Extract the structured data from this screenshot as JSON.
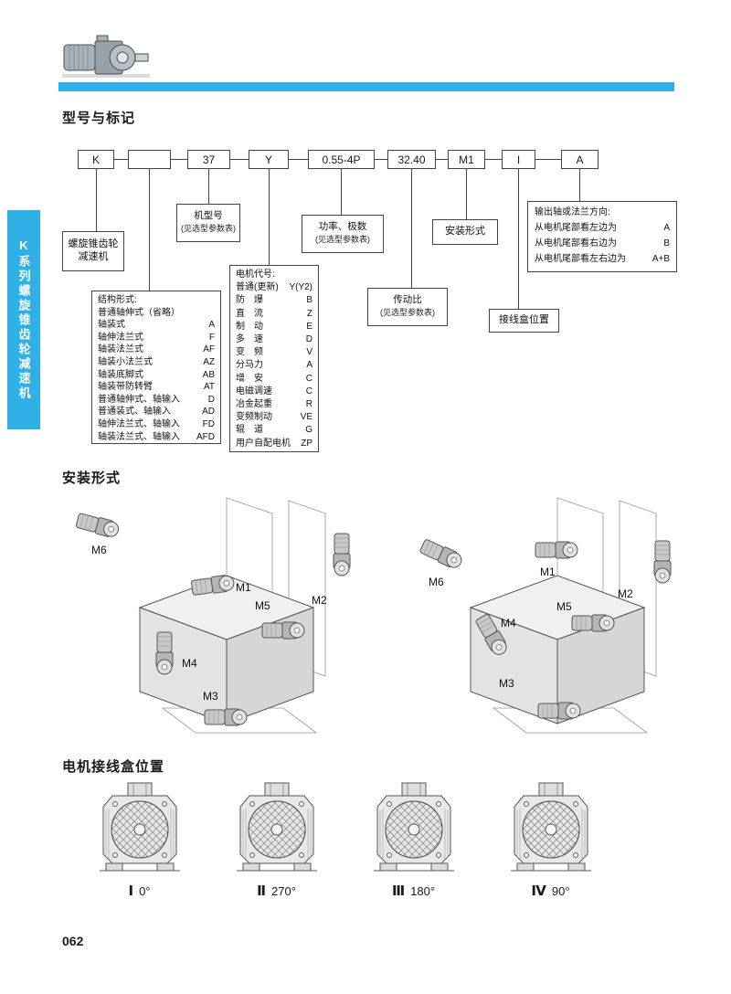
{
  "page": {
    "number": "062"
  },
  "sidebar": {
    "series": "K系列螺旋锥齿轮减速机"
  },
  "sections": {
    "model_title": "型号与标记",
    "mounting_title": "安装形式",
    "terminal_title": "电机接线盒位置"
  },
  "colors": {
    "accent": "#2fb0e6"
  },
  "model_code": {
    "boxes": [
      "K",
      "",
      "37",
      "Y",
      "0.55-4P",
      "32.40",
      "M1",
      "I",
      "A"
    ]
  },
  "callouts": {
    "reducer_line1": "螺旋锥齿轮",
    "reducer_line2": "减速机",
    "model_line1": "机型号",
    "model_line2": "(见选型参数表)",
    "power_line1": "功率、极数",
    "power_line2": "(见选型参数表)",
    "mounting": "安装形式",
    "ratio_line1": "传动比",
    "ratio_line2": "(见选型参数表)",
    "terminal": "接线盒位置",
    "direction_title": "输出轴或法兰方向:",
    "direction_items": [
      {
        "label": "从电机尾部看左边为",
        "code": "A"
      },
      {
        "label": "从电机尾部看右边为",
        "code": "B"
      },
      {
        "label": "从电机尾部看左右边为",
        "code": "A+B"
      }
    ]
  },
  "structure_box": {
    "title": "结构形式:",
    "items": [
      {
        "label": "普通轴伸式（省略）",
        "code": ""
      },
      {
        "label": "轴装式",
        "code": "A"
      },
      {
        "label": "轴伸法兰式",
        "code": "F"
      },
      {
        "label": "轴装法兰式",
        "code": "AF"
      },
      {
        "label": "轴装小法兰式",
        "code": "AZ"
      },
      {
        "label": "轴装底脚式",
        "code": "AB"
      },
      {
        "label": "轴装带防转臂",
        "code": "AT"
      },
      {
        "label": "普通轴伸式、轴输入",
        "code": "D"
      },
      {
        "label": "普通装式、轴输入",
        "code": "AD"
      },
      {
        "label": "轴伸法兰式、轴输入",
        "code": "FD"
      },
      {
        "label": "轴装法兰式、轴输入",
        "code": "AFD"
      }
    ]
  },
  "motor_box": {
    "title": "电机代号:",
    "items": [
      {
        "label": "普通(更新)",
        "code": "Y(Y2)"
      },
      {
        "label": "防　爆",
        "code": "B"
      },
      {
        "label": "直　流",
        "code": "Z"
      },
      {
        "label": "制　动",
        "code": "E"
      },
      {
        "label": "多　速",
        "code": "D"
      },
      {
        "label": "变　频",
        "code": "V"
      },
      {
        "label": "分马力",
        "code": "A"
      },
      {
        "label": "增　安",
        "code": "C"
      },
      {
        "label": "电磁调速",
        "code": "C"
      },
      {
        "label": "冶金起重",
        "code": "R"
      },
      {
        "label": "变频制动",
        "code": "VE"
      },
      {
        "label": "辊　道",
        "code": "G"
      },
      {
        "label": "用户自配电机",
        "code": "ZP"
      }
    ]
  },
  "mounting_diagram": {
    "left": {
      "m1": "M1",
      "m2": "M2",
      "m3": "M3",
      "m4": "M4",
      "m5": "M5",
      "m6": "M6"
    },
    "right": {
      "m1": "M1",
      "m2": "M2",
      "m3": "M3",
      "m4": "M4",
      "m5": "M5",
      "m6": "M6"
    }
  },
  "terminal_positions": [
    {
      "numeral": "Ⅰ",
      "angle": "0°"
    },
    {
      "numeral": "Ⅱ",
      "angle": "270°"
    },
    {
      "numeral": "Ⅲ",
      "angle": "180°"
    },
    {
      "numeral": "Ⅳ",
      "angle": "90°"
    }
  ]
}
